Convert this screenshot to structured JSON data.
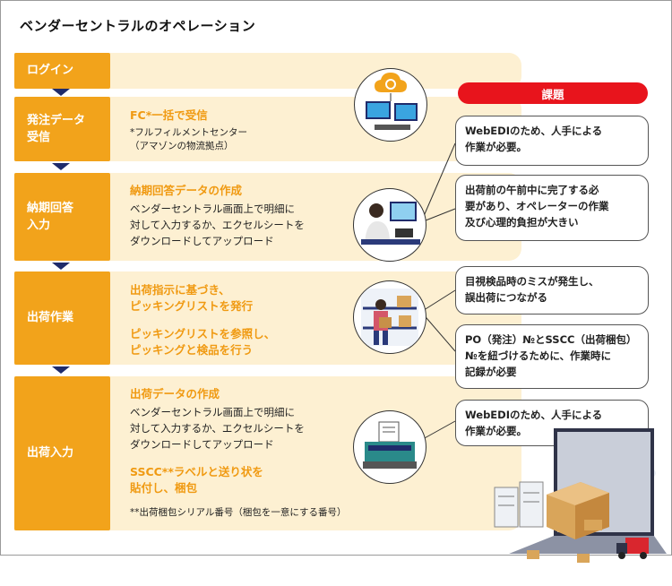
{
  "title": "ベンダーセントラルのオペレーション",
  "steps": [
    {
      "label": "ログイン"
    },
    {
      "label": "発注データ\n受信"
    },
    {
      "label": "納期回答\n入力"
    },
    {
      "label": "出荷作業"
    },
    {
      "label": "出荷入力"
    }
  ],
  "content": {
    "order": {
      "heading": "FC*一括で受信",
      "note": "*フルフィルメントセンター\n（アマゾンの物流拠点）"
    },
    "delivery": {
      "heading": "納期回答データの作成",
      "text": "ベンダーセントラル画面上で明細に\n対して入力するか、エクセルシートを\nダウンロードしてアップロード"
    },
    "shipping_work": {
      "heading1": "出荷指示に基づき、\nピッキングリストを発行",
      "heading2": "ピッキングリストを参照し、\nピッキングと検品を行う"
    },
    "shipping_input": {
      "heading": "出荷データの作成",
      "text": "ベンダーセントラル画面上で明細に\n対して入力するか、エクセルシートを\nダウンロードしてアップロード",
      "heading2": "SSCC**ラベルと送り状を\n貼付し、梱包",
      "note": "**出荷梱包シリアル番号（梱包を一意にする番号）"
    }
  },
  "issues": {
    "header": "課題",
    "items": [
      "WebEDIのため、人手による\n作業が必要。",
      "出荷前の午前中に完了する必\n要があり、オペレーターの作業\n及び心理的負担が大きい",
      "目視検品時のミスが発生し、\n誤出荷につながる",
      "PO（発注）№とSSCC（出荷梱包）\n№を紐づけるために、作業時に\n記録が必要",
      "WebEDIのため、人手による\n作業が必要。"
    ]
  },
  "icons": [
    "cloud-computer-icon",
    "operator-desk-icon",
    "warehouse-worker-icon",
    "label-printer-icon",
    "logistics-laptop-icon"
  ],
  "colors": {
    "accent": "#f2a31b",
    "band": "#fdf0d2",
    "heading": "#f09a12",
    "issue_red": "#e8141c",
    "arrow": "#1f2b6b"
  }
}
